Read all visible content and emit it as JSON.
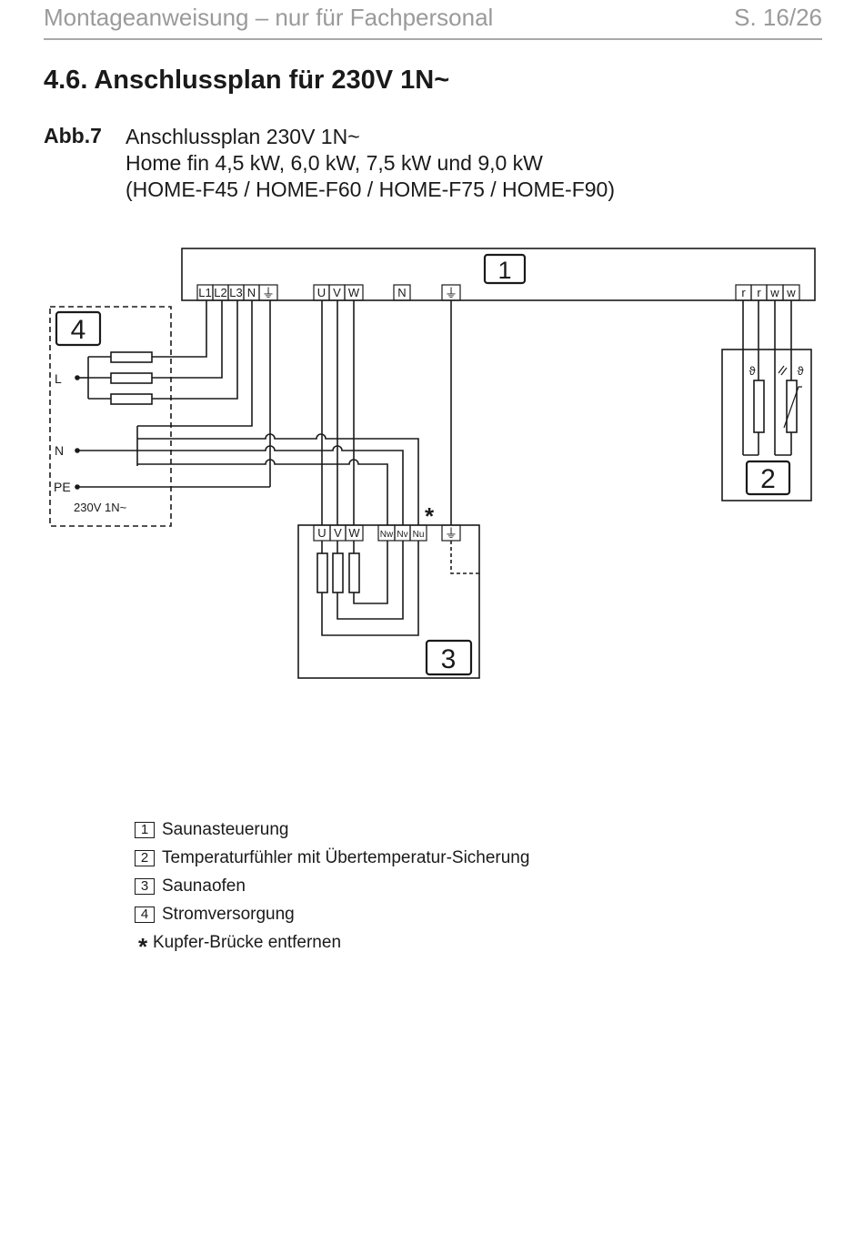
{
  "header": {
    "title": "Montageanweisung – nur für Fachpersonal",
    "page": "S. 16/26"
  },
  "section": {
    "heading": "4.6.  Anschlussplan für 230V 1N~"
  },
  "figure": {
    "label": "Abb.7",
    "caption_lines": [
      "Anschlussplan 230V 1N~",
      "Home fin 4,5 kW, 6,0 kW, 7,5 kW und 9,0 kW",
      "(HOME-F45 / HOME-F60 / HOME-F75 / HOME-F90)"
    ]
  },
  "diagram": {
    "box_numbers": [
      "1",
      "2",
      "3",
      "4"
    ],
    "control_terminals": [
      "L1",
      "L2",
      "L3",
      "N",
      "⏚",
      "U",
      "V",
      "W",
      "N",
      "⏚",
      "r",
      "r",
      "w",
      "w"
    ],
    "heater_terminals": [
      "U",
      "V",
      "W",
      "Nw",
      "Nv",
      "Nu",
      "⏚"
    ],
    "supply_labels": {
      "l": "L",
      "n": "N",
      "pe": "PE",
      "voltage": "230V 1N~"
    },
    "sensor_symbols": [
      "ϑ",
      "ϑ"
    ],
    "star": "*"
  },
  "legend": {
    "items": [
      {
        "num": "1",
        "text": "Saunasteuerung"
      },
      {
        "num": "2",
        "text": "Temperaturfühler mit Übertemperatur-Sicherung"
      },
      {
        "num": "3",
        "text": "Saunaofen"
      },
      {
        "num": "4",
        "text": "Stromversorgung"
      }
    ],
    "star_symbol": "*",
    "star_text": "Kupfer-Brücke entfernen"
  }
}
